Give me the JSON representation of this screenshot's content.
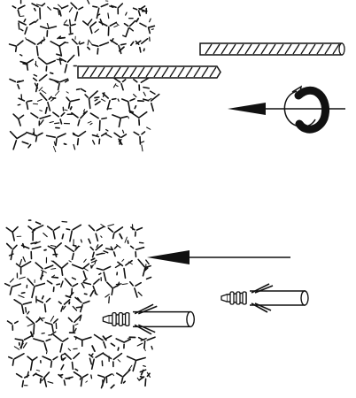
{
  "diagram": {
    "panels": [
      {
        "step": "drill",
        "parts": [
          "masonry-wall",
          "drill-bit",
          "drill-bit-in-hole",
          "insertion-arrow",
          "rotation-icon"
        ]
      },
      {
        "step": "insert-plug",
        "parts": [
          "masonry-wall",
          "wall-plug",
          "wall-plug-in-hole",
          "insertion-arrow"
        ]
      }
    ],
    "line_color": "#111111",
    "background": "#ffffff",
    "icons": [
      "drill-bit-icon",
      "rotation-arrow-icon",
      "wall-plug-icon",
      "arrow-left-icon"
    ]
  }
}
